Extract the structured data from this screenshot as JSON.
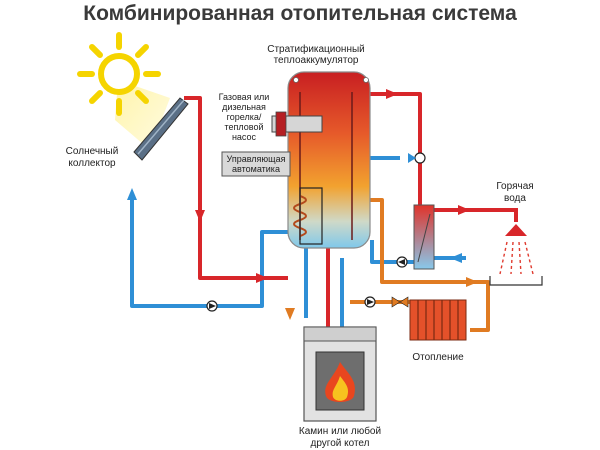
{
  "title": "Комбинированная отопительная система",
  "labels": {
    "tank": [
      "Стратификационный",
      "теплоаккумулятор"
    ],
    "burner": [
      "Газовая или",
      "дизельная",
      "горелка/",
      "тепловой",
      "насос"
    ],
    "controller": [
      "Управляющая",
      "автоматика"
    ],
    "collector": [
      "Солнечный",
      "коллектор"
    ],
    "hot_water": [
      "Горячая",
      "вода"
    ],
    "heating": [
      "Отопление"
    ],
    "boiler": [
      "Камин или любой",
      "другой котел"
    ]
  },
  "colors": {
    "hot_pipe": "#d8262a",
    "cold_pipe": "#2e8fd6",
    "heating_pipe": "#e07b22",
    "sun": "#f5d400",
    "tank_top": "#d42a24",
    "tank_mid": "#f2a22f",
    "tank_bottom": "#7fc8ea",
    "boiler_body": "#dcdcdc",
    "flame": "#f39a1e"
  }
}
